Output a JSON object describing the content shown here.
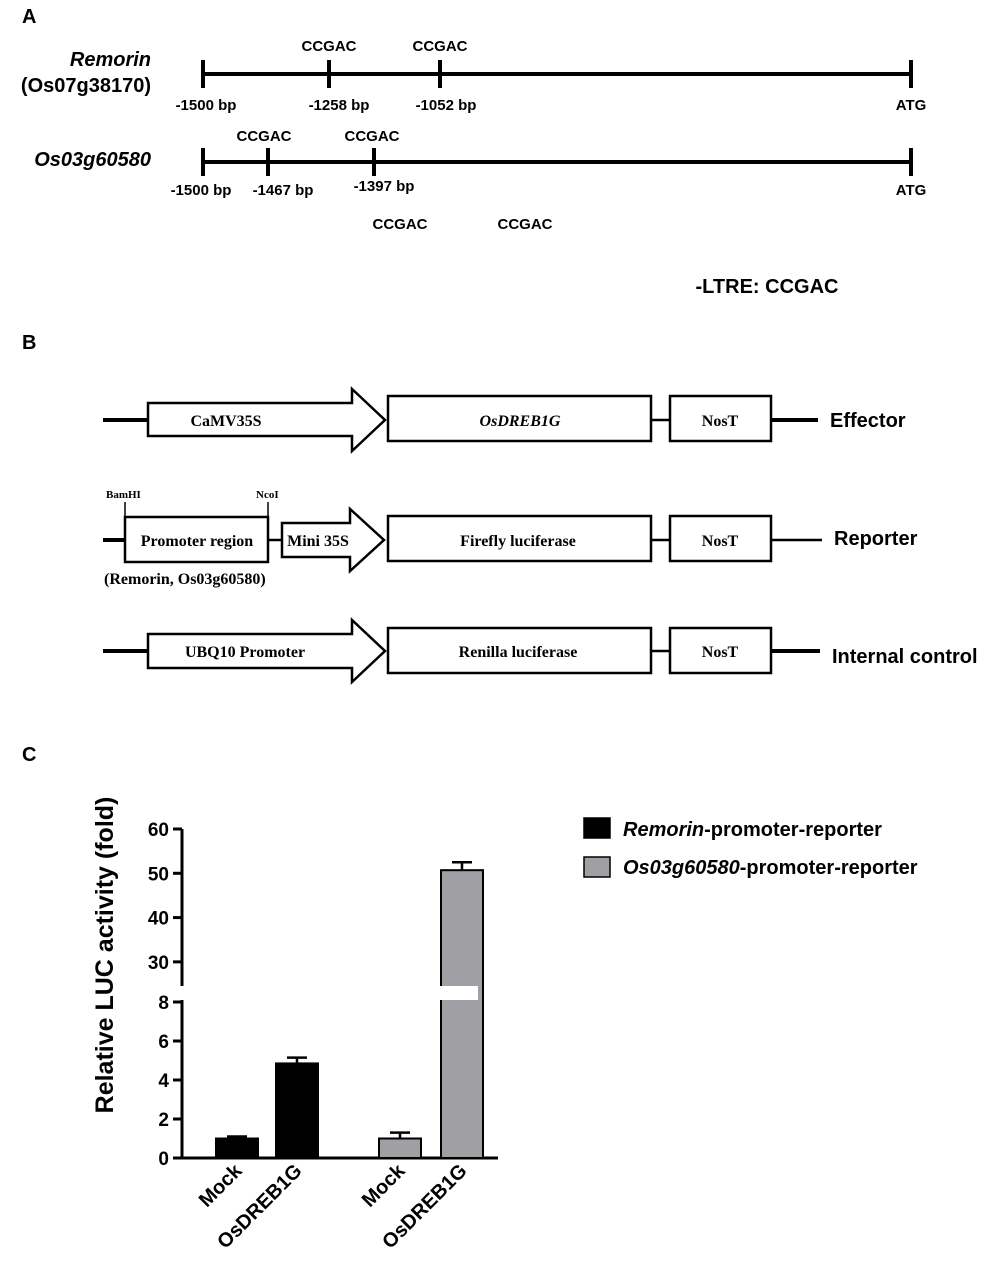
{
  "panels": {
    "a": "A",
    "b": "B",
    "c": "C"
  },
  "panel_a": {
    "genes": [
      {
        "name": "Remorin",
        "subname": "(Os07g38170)",
        "start_label": "-1500 bp",
        "end_label": "ATG",
        "sites": [
          {
            "motif": "CCGAC",
            "label": "-1258 bp"
          },
          {
            "motif": "CCGAC",
            "label": "-1052 bp"
          }
        ]
      },
      {
        "name": "Os03g60580",
        "subname": "",
        "start_label": "-1500 bp",
        "end_label": "ATG",
        "sites": [
          {
            "motif": "CCGAC",
            "label": "-1467 bp"
          },
          {
            "motif": "CCGAC",
            "label": "-1397 bp"
          }
        ]
      }
    ],
    "extra_motifs": [
      "CCGAC",
      "CCGAC"
    ],
    "legend": "-LTRE: CCGAC"
  },
  "panel_b": {
    "effector": {
      "promoter": "CaMV35S",
      "gene": "OsDREB1G",
      "terminator": "NosT",
      "label": "Effector"
    },
    "reporter": {
      "site_left": "BamHI",
      "site_right": "NcoI",
      "promoter": "Promoter region",
      "mini": "Mini 35S",
      "gene": "Firefly luciferase",
      "terminator": "NosT",
      "label": "Reporter",
      "note": "(Remorin, Os03g60580)"
    },
    "control": {
      "promoter": "UBQ10 Promoter",
      "gene": "Renilla luciferase",
      "terminator": "NosT",
      "label": "Internal control"
    }
  },
  "chart_data": {
    "type": "bar",
    "ylabel": "Relative LUC activity (fold)",
    "categories": [
      "Mock",
      "OsDREB1G",
      "Mock",
      "OsDREB1G"
    ],
    "series": [
      {
        "name": "Remorin-promoter-reporter",
        "name_italic": "Remorin",
        "name_rest": "-promoter-reporter",
        "color": "#000000",
        "bars": [
          0,
          1
        ],
        "values": [
          1.0,
          4.85
        ],
        "errors": [
          0.1,
          0.3
        ]
      },
      {
        "name": "Os03g60580-promoter-reporter",
        "name_italic": "Os03g60580",
        "name_rest": "-promoter-reporter",
        "color": "#a0a0a4",
        "bars": [
          2,
          3
        ],
        "values": [
          1.0,
          50.7
        ],
        "errors": [
          0.3,
          1.8
        ]
      }
    ],
    "y_axis_lower": {
      "range": [
        0,
        8
      ],
      "ticks": [
        0,
        2,
        4,
        6,
        8
      ]
    },
    "y_axis_upper": {
      "range": [
        25,
        60
      ],
      "ticks": [
        30,
        40,
        50,
        60
      ]
    },
    "legend_position": "top-right"
  }
}
